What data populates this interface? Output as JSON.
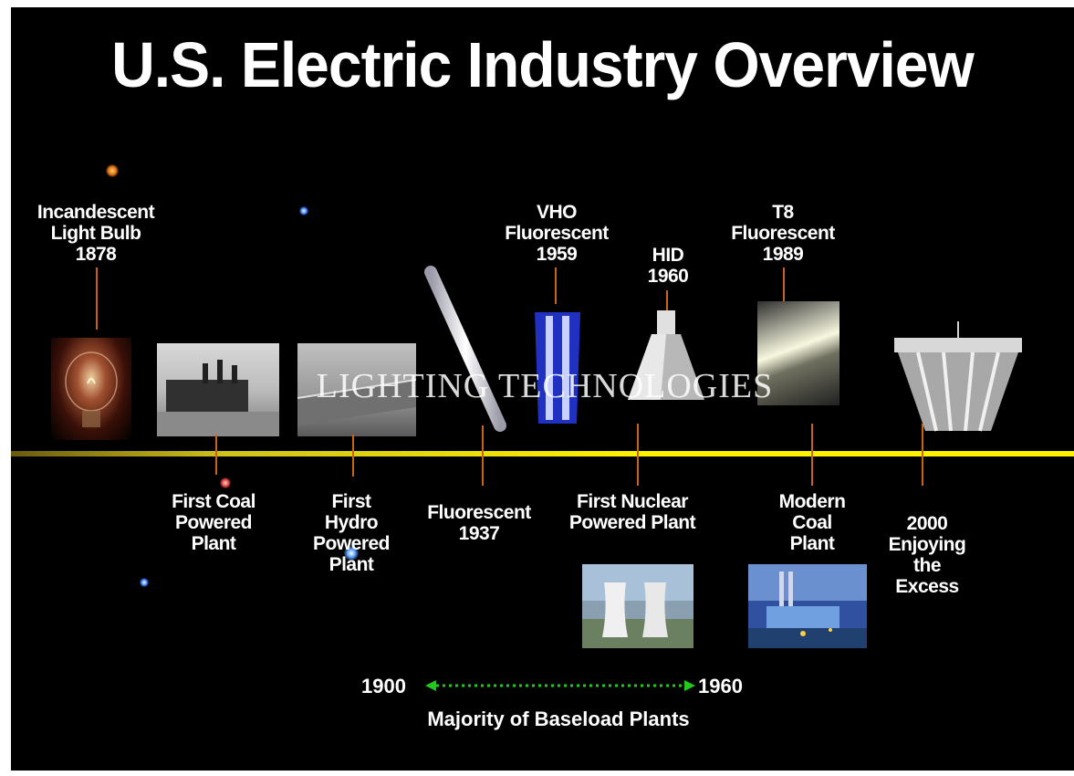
{
  "title": "U.S. Electric Industry Overview",
  "watermark": "LIGHTING TECHNOLOGIES",
  "top_labels": {
    "incandescent": "Incandescent\nLight Bulb\n1878",
    "vho": "VHO\nFluorescent\n1959",
    "hid": "HID\n1960",
    "t8": "T8\nFluorescent\n1989"
  },
  "bottom_labels": {
    "coal": "First Coal\nPowered\nPlant",
    "hydro": "First\nHydro\nPowered\nPlant",
    "fluorescent": "Fluorescent\n1937",
    "nuclear": "First Nuclear\nPowered Plant",
    "modern_coal": "Modern\nCoal\nPlant",
    "excess": "2000\nEnjoying\nthe\nExcess"
  },
  "range": {
    "start": "1900",
    "end": "1960",
    "caption": "Majority of Baseload Plants",
    "arrow_color": "#22c81e"
  },
  "colors": {
    "background": "#000000",
    "timeline": "#fff200",
    "tick": "#c86418"
  }
}
